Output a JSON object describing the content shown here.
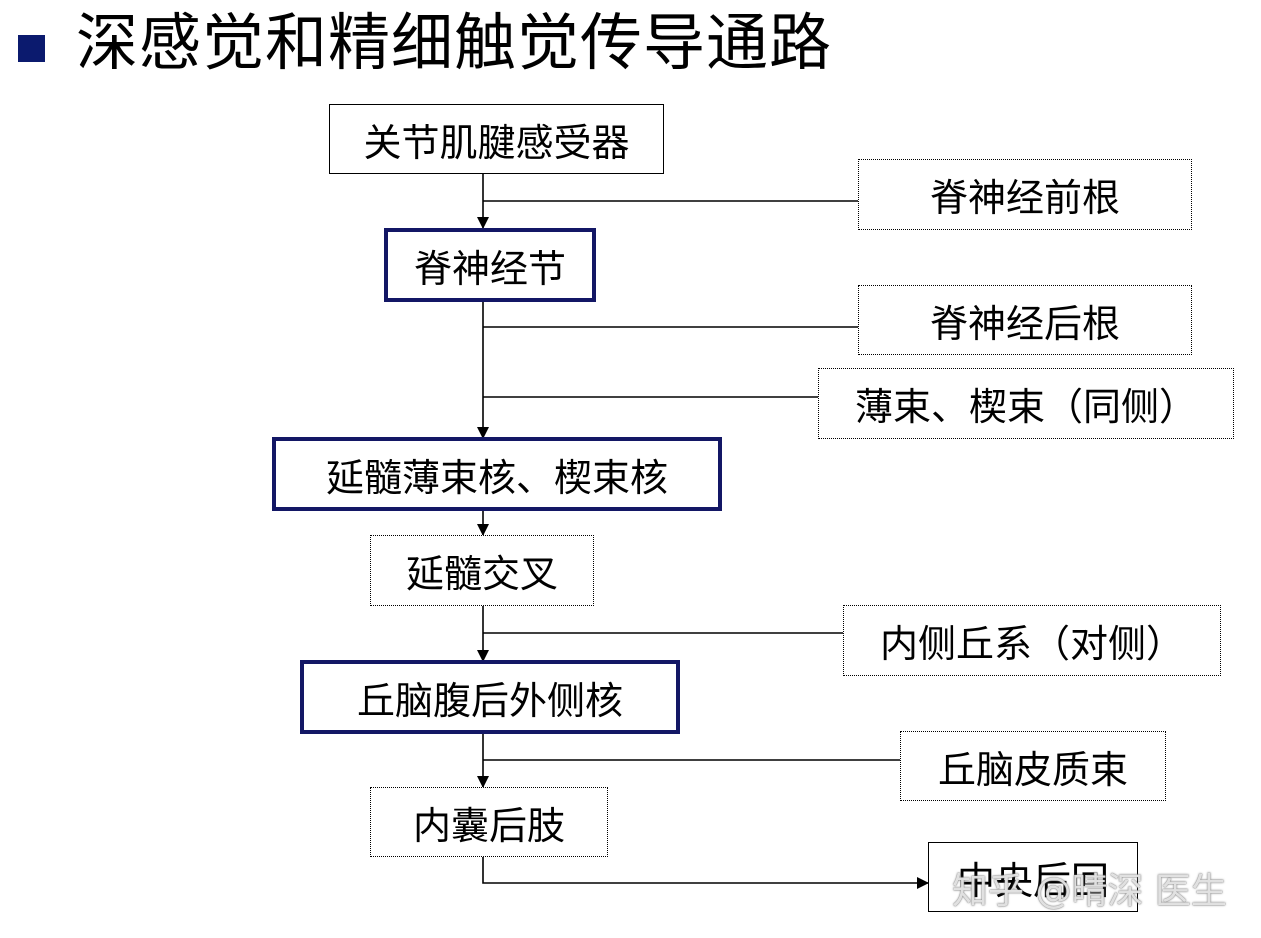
{
  "title": "深感觉和精细触觉传导通路",
  "nodes": {
    "receptor": "关节肌腱感受器",
    "ventral_root": "脊神经前根",
    "spinal_ganglion": "脊神经节",
    "dorsal_root": "脊神经后根",
    "fasciculi": "薄束、楔束（同侧）",
    "medulla_nuclei": "延髓薄束核、楔束核",
    "medulla_decussation": "延髓交叉",
    "medial_lemniscus": "内侧丘系（对侧）",
    "thalamus_vpl": "丘脑腹后外侧核",
    "thalamocortical_tract": "丘脑皮质束",
    "internal_capsule": "内囊后肢",
    "postcentral_gyrus": "中央后回"
  },
  "watermark": "知乎 @晴深 医生"
}
